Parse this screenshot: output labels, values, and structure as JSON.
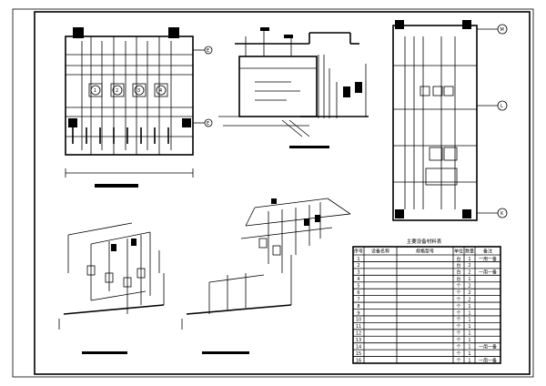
{
  "sheet": {
    "grid_labels": [
      "M",
      "L",
      "K"
    ],
    "small_labels": [
      "E",
      "E",
      "1",
      "2",
      "3",
      "4"
    ]
  },
  "table": {
    "title": "主要设备材料表",
    "headers": [
      "序号",
      "设备名称",
      "规格型号",
      "单位",
      "数量",
      "备注"
    ],
    "rows": [
      [
        "1",
        "",
        "",
        "台",
        "1",
        "一用一备"
      ],
      [
        "2",
        "",
        "",
        "台",
        "2",
        ""
      ],
      [
        "3",
        "",
        "",
        "台",
        "2",
        "一用一备"
      ],
      [
        "4",
        "",
        "",
        "台",
        "1",
        ""
      ],
      [
        "5",
        "",
        "",
        "个",
        "2",
        ""
      ],
      [
        "6",
        "",
        "",
        "个",
        "2",
        ""
      ],
      [
        "7",
        "",
        "",
        "个",
        "2",
        ""
      ],
      [
        "8",
        "",
        "",
        "个",
        "1",
        ""
      ],
      [
        "9",
        "",
        "",
        "个",
        "1",
        ""
      ],
      [
        "10",
        "",
        "",
        "个",
        "1",
        ""
      ],
      [
        "11",
        "",
        "",
        "个",
        "1",
        ""
      ],
      [
        "12",
        "",
        "",
        "个",
        "1",
        ""
      ],
      [
        "13",
        "",
        "",
        "个",
        "1",
        ""
      ],
      [
        "14",
        "",
        "",
        "个",
        "1",
        "一用一备"
      ],
      [
        "15",
        "",
        "",
        "个",
        "1",
        ""
      ],
      [
        "16",
        "",
        "",
        "个",
        "1",
        "一用一备"
      ]
    ]
  },
  "colors": {
    "line": "#000000",
    "paper": "#ffffff"
  }
}
